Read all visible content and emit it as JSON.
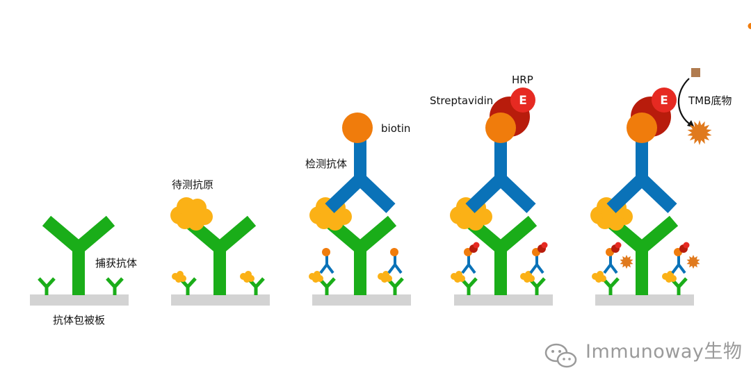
{
  "labels": {
    "capture_antibody": "捕获抗体",
    "coated_plate": "抗体包被板",
    "antigen": "待测抗原",
    "detection_antibody": "检测抗体",
    "biotin": "biotin",
    "streptavidin": "Streptavidin",
    "hrp": "HRP",
    "enzyme_letter": "E",
    "tmb": "TMB底物"
  },
  "watermark": {
    "text": "Immunoway生物"
  },
  "colors": {
    "capture_antibody": "#1aad19",
    "plate": "#d3d3d3",
    "antigen": "#fbb116",
    "detection_antibody": "#0a72b8",
    "biotin": "#f07c0c",
    "streptavidin": "#b81c0c",
    "hrp": "#e62a22",
    "tmb": "#b07b4f",
    "product": "#e07a1e",
    "watermark": "#9a9a9a"
  },
  "icons": [
    "wechat-icon",
    "enzyme-icon",
    "arrow-icon"
  ]
}
